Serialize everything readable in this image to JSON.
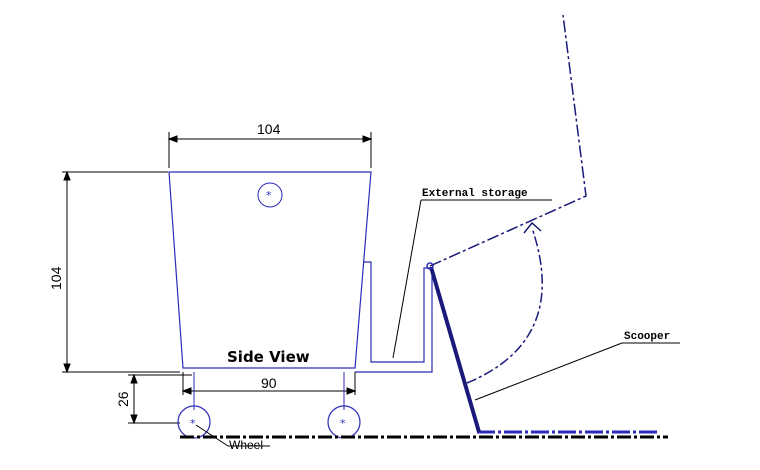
{
  "dimensions": {
    "top_width": "104",
    "left_height": "104",
    "bottom_width": "90",
    "wheel_height": "26"
  },
  "labels": {
    "view_title": "Side View",
    "external_storage": "External storage",
    "scooper": "Scooper",
    "wheel": "Wheel"
  },
  "colors": {
    "part_line": "#2b2bb8",
    "dimension_line": "#000000",
    "ground_line": "#000000",
    "scooper_bar": "#1a1a7a"
  },
  "icons": {
    "wheel_center": "asterisk-center-mark",
    "axle_mark": "circle-center-mark"
  }
}
